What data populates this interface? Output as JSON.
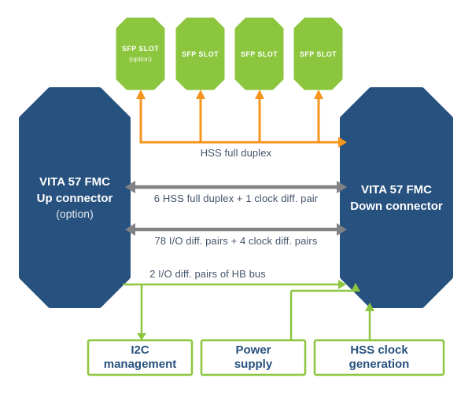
{
  "colors": {
    "navy": "#27517E",
    "green": "#8CC63E",
    "orange": "#F7941E",
    "gray": "#808285",
    "text": "#44546A"
  },
  "sfp_slots": [
    {
      "label": "SFP SLOT",
      "sub": "(option)"
    },
    {
      "label": "SFP SLOT"
    },
    {
      "label": "SFP SLOT"
    },
    {
      "label": "SFP SLOT"
    }
  ],
  "left_connector": {
    "title": "VITA 57 FMC",
    "subtitle": "Up connector",
    "note": "(option)"
  },
  "right_connector": {
    "title": "VITA 57 FMC",
    "subtitle": "Down connector"
  },
  "links": {
    "sfp_bus": "HSS full duplex",
    "hss_bus": "6 HSS full duplex + 1 clock diff. pair",
    "io_bus": "78 I/O diff. pairs + 4 clock diff. pairs",
    "hb_bus": "2 I/O diff. pairs of HB bus"
  },
  "bottom_boxes": [
    {
      "label": "I2C management"
    },
    {
      "label": "Power supply"
    },
    {
      "label": "HSS clock generation"
    }
  ]
}
